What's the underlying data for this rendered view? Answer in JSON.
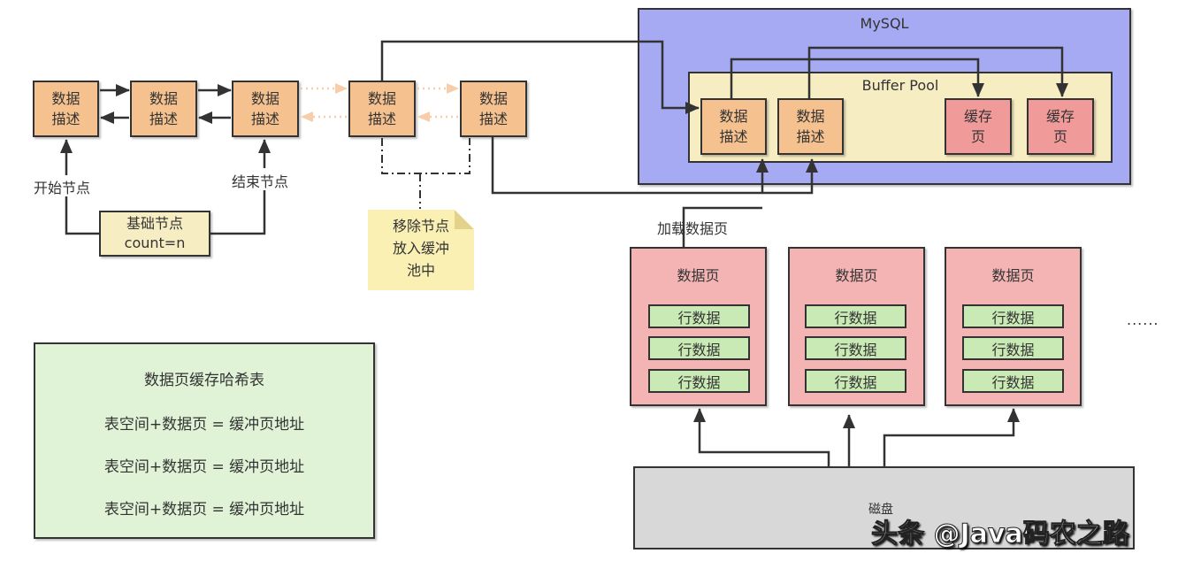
{
  "linked_list": {
    "nodes": [
      {
        "line1": "数据",
        "line2": "描述"
      },
      {
        "line1": "数据",
        "line2": "描述"
      },
      {
        "line1": "数据",
        "line2": "描述"
      },
      {
        "line1": "数据",
        "line2": "描述"
      },
      {
        "line1": "数据",
        "line2": "描述"
      }
    ],
    "start_label": "开始节点",
    "end_label": "结束节点",
    "base_node": {
      "line1": "基础节点",
      "line2": "count=n"
    },
    "note": {
      "line1": "移除节点",
      "line2": "放入缓冲",
      "line3": "池中"
    }
  },
  "mysql": {
    "title": "MySQL",
    "buffer_pool": {
      "title": "Buffer Pool",
      "descriptors": [
        {
          "line1": "数据",
          "line2": "描述"
        },
        {
          "line1": "数据",
          "line2": "描述"
        }
      ],
      "cache_pages": [
        {
          "line1": "缓存",
          "line2": "页"
        },
        {
          "line1": "缓存",
          "line2": "页"
        }
      ]
    }
  },
  "load_label": "加载数据页",
  "data_pages": [
    {
      "title": "数据页",
      "rows": [
        "行数据",
        "行数据",
        "行数据"
      ]
    },
    {
      "title": "数据页",
      "rows": [
        "行数据",
        "行数据",
        "行数据"
      ]
    },
    {
      "title": "数据页",
      "rows": [
        "行数据",
        "行数据",
        "行数据"
      ]
    }
  ],
  "ellipsis": "......",
  "disk_label": "磁盘",
  "hash_table": {
    "title": "数据页缓存哈希表",
    "entries": [
      "表空间+数据页 = 缓冲页地址",
      "表空间+数据页 = 缓冲页地址",
      "表空间+数据页 = 缓冲页地址"
    ]
  },
  "watermark": "头条 @Java码农之路",
  "colors": {
    "descriptor": "#f5c18f",
    "cache_page": "#f09a9a",
    "mysql_bg": "#a5aaf2",
    "buffer_pool_bg": "#f7edc2",
    "data_page_bg": "#f4b4b4",
    "row_bg": "#c9eab4",
    "disk_bg": "#d8d8d8",
    "hash_bg": "#e0f3d6",
    "note_bg": "#fbf0b4"
  }
}
